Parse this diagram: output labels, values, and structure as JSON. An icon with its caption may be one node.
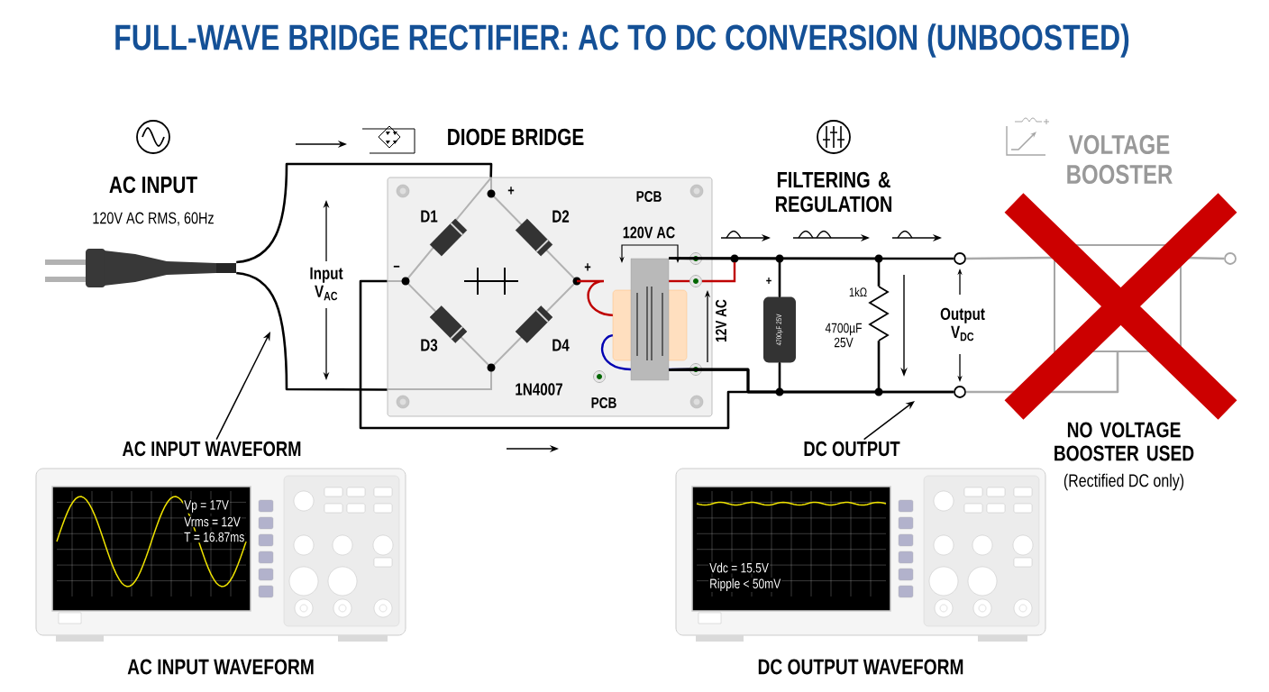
{
  "diagram": {
    "title": "FULL-WAVE BRIDGE RECTIFIER: AC TO DC CONVERSION (UNBOOSTED)",
    "nodes": [
      {
        "text": [],
        "shape": "picture",
        "beside": [
          "AC INPUT",
          "120V AC RMS, 60Hz"
        ]
      },
      {
        "text": [
          "PCB",
          "1N4007",
          "PCB"
        ]
      },
      {
        "text": [],
        "shape": "picture",
        "in": 1,
        "beside": [
          "120V AC"
        ]
      },
      {
        "text": [
          "4700µF 25V"
        ]
      },
      {
        "text": [],
        "shape": "resistor",
        "beside": [
          "1kΩ"
        ]
      },
      {
        "text": [],
        "shape": "circle"
      },
      {
        "text": [],
        "shape": "circle"
      },
      {
        "text": [],
        "shape": "box"
      },
      {
        "text": [],
        "shape": "circle"
      },
      {
        "text": [
          "AC INPUT WAVEFORM"
        ]
      },
      {
        "text": [
          "Vp = 17V",
          "Vrms = 12V",
          "T = 16.87ms"
        ]
      },
      {
        "text": [
          "DC OUTPUT"
        ]
      },
      {
        "text": [
          "Vdc = 15.5V",
          "Ripple < 50mV"
        ]
      }
    ],
    "edges": [
      {
        "from": 0,
        "to": 1,
        "arrow": "none"
      },
      {
        "from": 0,
        "to": 1,
        "arrow": "none"
      },
      {
        "from": 2,
        "to": 3,
        "arrow": "none"
      },
      {
        "from": 2,
        "to": 4,
        "arrow": "none"
      },
      {
        "from": 2,
        "to": 5,
        "arrow": "none"
      },
      {
        "from": 2,
        "to": 3,
        "arrow": "none"
      },
      {
        "from": 2,
        "to": 4,
        "arrow": "none"
      },
      {
        "from": 2,
        "to": 6,
        "arrow": "none"
      },
      {
        "from": 1,
        "to": 6,
        "arrow": "none"
      },
      {
        "from": 5,
        "to": 7,
        "arrow": "none",
        "color": "#aaaaaa"
      },
      {
        "from": 7,
        "to": 8,
        "arrow": "none",
        "color": "#aaaaaa"
      },
      {
        "from": 6,
        "to": 7,
        "arrow": "none",
        "color": "#aaaaaa"
      },
      {
        "from": 9,
        "to": null,
        "arrow": "to"
      },
      {
        "from": 11,
        "to": null,
        "arrow": "to"
      }
    ],
    "labels": [
      "DIODE BRIDGE",
      "Input V$_{AC}$",
      "+",
      "−",
      "D1",
      "D2",
      "D3",
      "D4",
      "+",
      "12V AC",
      "FILTERING & REGULATION",
      "+",
      "4700µF 25V",
      "Output V$_{DC}$",
      "VOLTAGE BOOSTER",
      "NO VOLTAGE BOOSTER USED",
      "(Rectified DC only)",
      "AC INPUT WAVEFORM",
      "DC OUTPUT WAVEFORM"
    ]
  }
}
